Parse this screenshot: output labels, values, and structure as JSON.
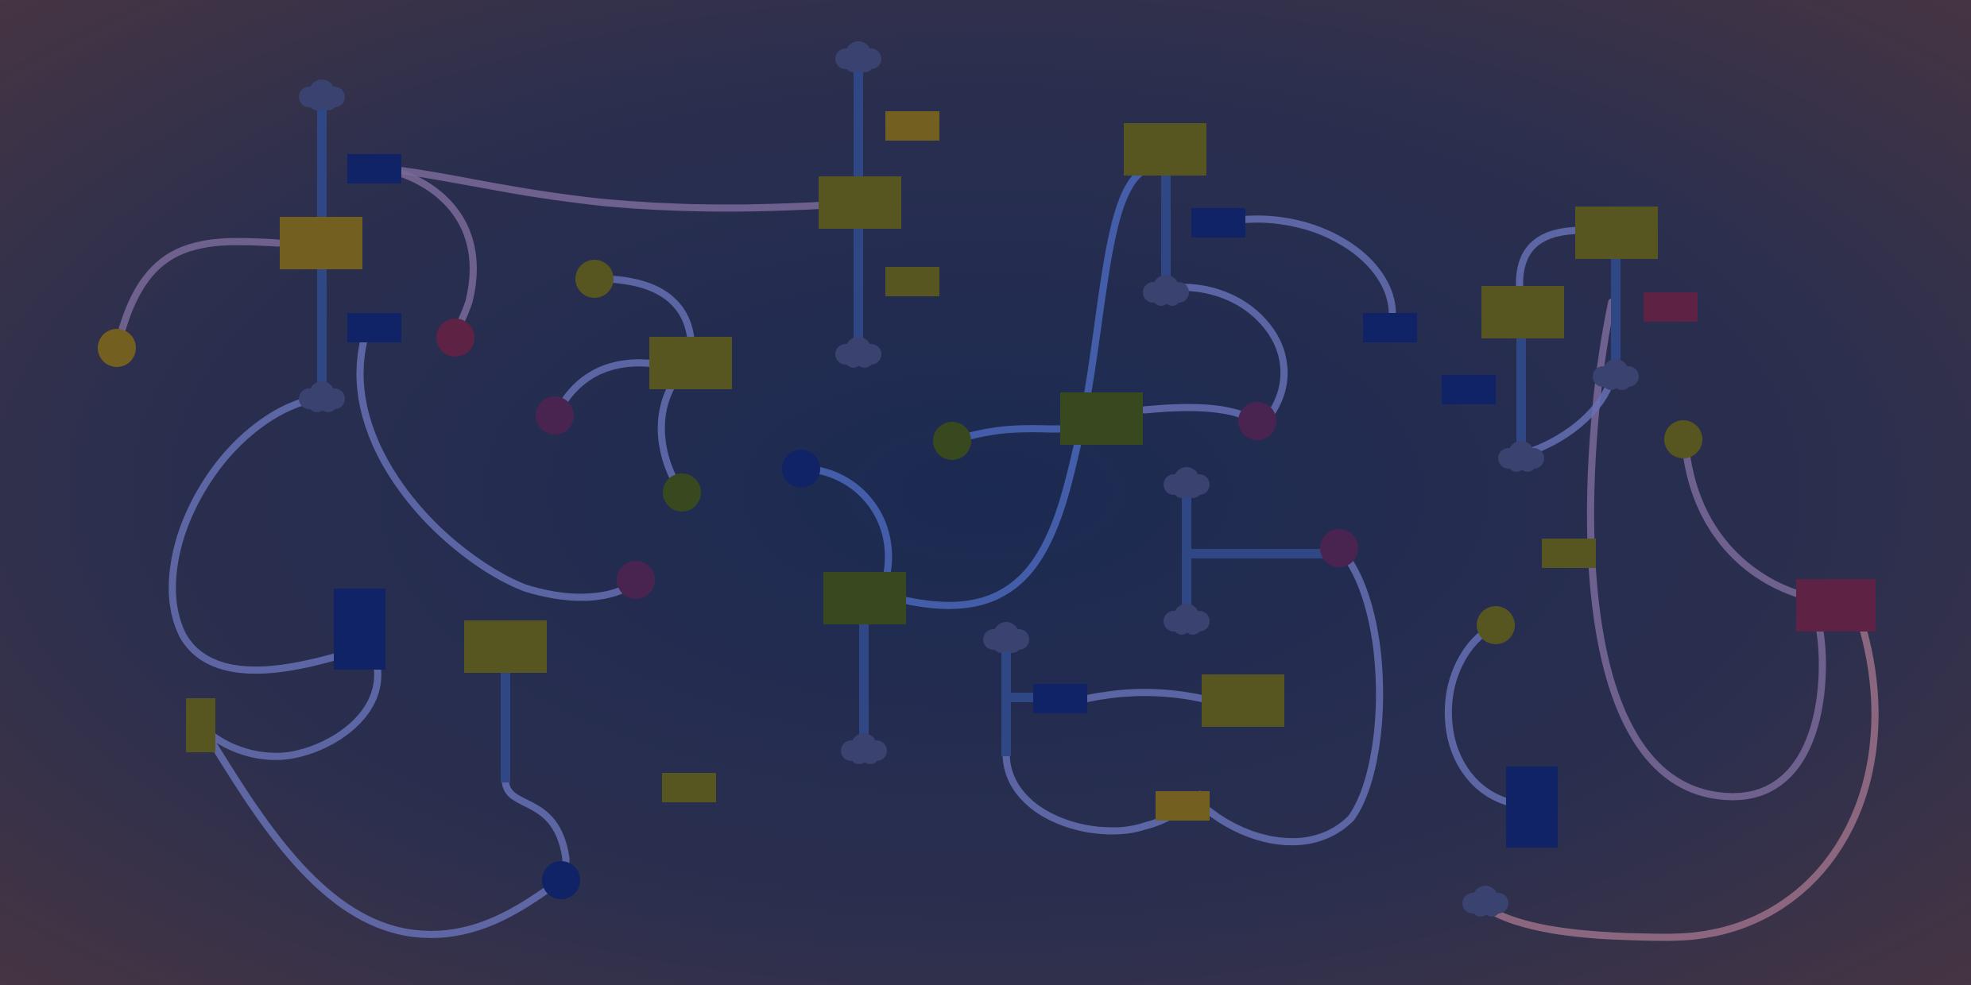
{
  "diagram": {
    "kind": "abstract node-and-connector network",
    "labels": [],
    "palette": {
      "background_center": "#1b2a52",
      "background_corner": "#4a3640",
      "connector_blue": "#6670b3",
      "connector_bright": "#4a66b8",
      "connector_violet": "#7a6a9a",
      "connector_pink": "#9a7088",
      "stock_blue": "#2d3d7a",
      "stock_slate": "#3a4270",
      "valve_blue": "#2f4785",
      "node_olive": "#575621",
      "node_gold": "#735f1f",
      "node_green": "#39491f",
      "node_navy": "#0f2366",
      "node_crimson": "#5e2344",
      "node_plum": "#4a2450"
    },
    "element_counts": {
      "stock_flows": 9,
      "stock_clouds": 16,
      "valves": 13,
      "rect_nodes": 30,
      "circle_nodes": 15,
      "connectors": 22
    }
  }
}
